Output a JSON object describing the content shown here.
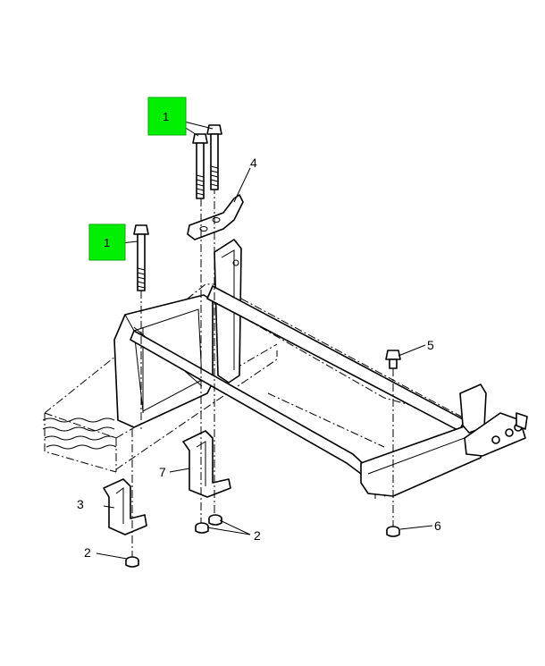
{
  "highlight_color": "#00ee00",
  "callouts": {
    "c1a": "1",
    "c1b": "1",
    "c2a": "2",
    "c2b": "2",
    "c3": "3",
    "c4": "4",
    "c5": "5",
    "c6": "6",
    "c7": "7"
  }
}
